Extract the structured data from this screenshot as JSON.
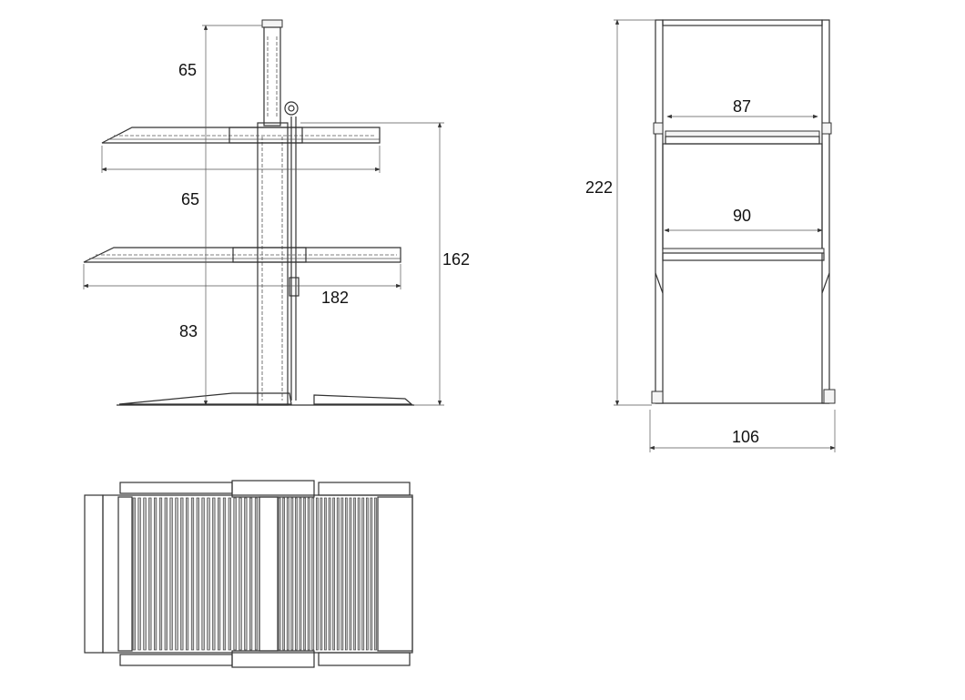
{
  "side_view": {
    "dimensions": {
      "upper_gap": "65",
      "middle_gap": "65",
      "lower_height": "83",
      "platform_length": "182",
      "platform_height": "162"
    }
  },
  "front_view": {
    "dimensions": {
      "total_height": "222",
      "upper_platform_width": "87",
      "lower_platform_width": "90",
      "outer_width": "106"
    }
  },
  "top_view": {
    "slat_count_per_side": 24
  },
  "colors": {
    "line": "#333333",
    "background": "#ffffff"
  }
}
